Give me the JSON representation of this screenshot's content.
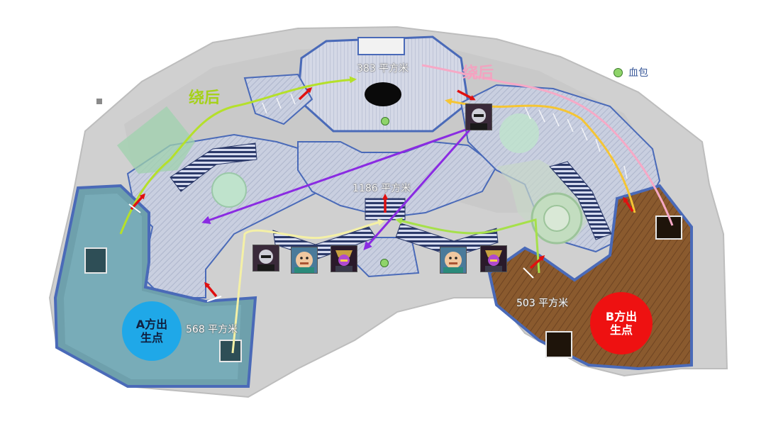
{
  "legend": {
    "health_pack_label": "血包",
    "health_pack_color": "#8fd46a"
  },
  "areas": {
    "top": "383 平方米",
    "center": "1186 平方米",
    "a_side": "568 平方米",
    "b_side": "503 平方米"
  },
  "flank_labels": {
    "left": {
      "text": "绕后",
      "color": "#a6d11c"
    },
    "right": {
      "text": "绕后",
      "color": "#f2a3c0"
    }
  },
  "spawns": {
    "a": {
      "line1": "A方出",
      "line2": "生点",
      "color": "#1fa8e8"
    },
    "b": {
      "line1": "B方出",
      "line2": "生点",
      "color": "#ee1111"
    }
  },
  "heroes": [
    {
      "icon": "hero-reaper-icon",
      "zone": "top-right"
    },
    {
      "icon": "hero-reaper-icon",
      "zone": "center-left"
    },
    {
      "icon": "hero-roadhog-icon",
      "zone": "center-left"
    },
    {
      "icon": "hero-rogue-icon",
      "zone": "center-left"
    },
    {
      "icon": "hero-roadhog-icon",
      "zone": "center-right"
    },
    {
      "icon": "hero-rogue-icon",
      "zone": "center-right"
    }
  ],
  "route_colors": {
    "left_flank": "#b5e02a",
    "right_flank_yellow": "#f5c534",
    "right_flank_pink": "#f6a9c6",
    "purple": "#8a2be2",
    "cream": "#f4f0a6",
    "green": "#a6e04a",
    "door_arrow": "#e01010"
  }
}
